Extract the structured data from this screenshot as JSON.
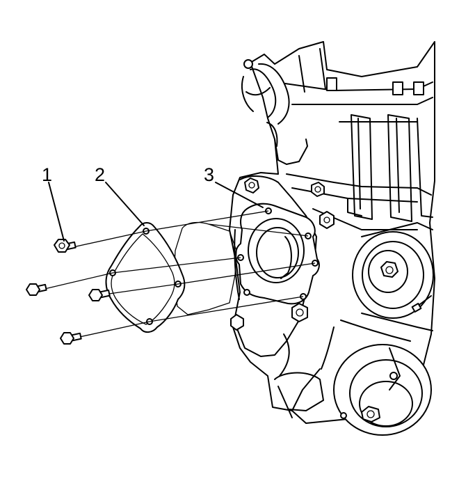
{
  "diagram": {
    "callouts": [
      {
        "id": "bolt",
        "label": "1"
      },
      {
        "id": "cover",
        "label": "2"
      },
      {
        "id": "gasket",
        "label": "3"
      }
    ],
    "colors": {
      "line": "#000000",
      "background": "#ffffff"
    }
  }
}
